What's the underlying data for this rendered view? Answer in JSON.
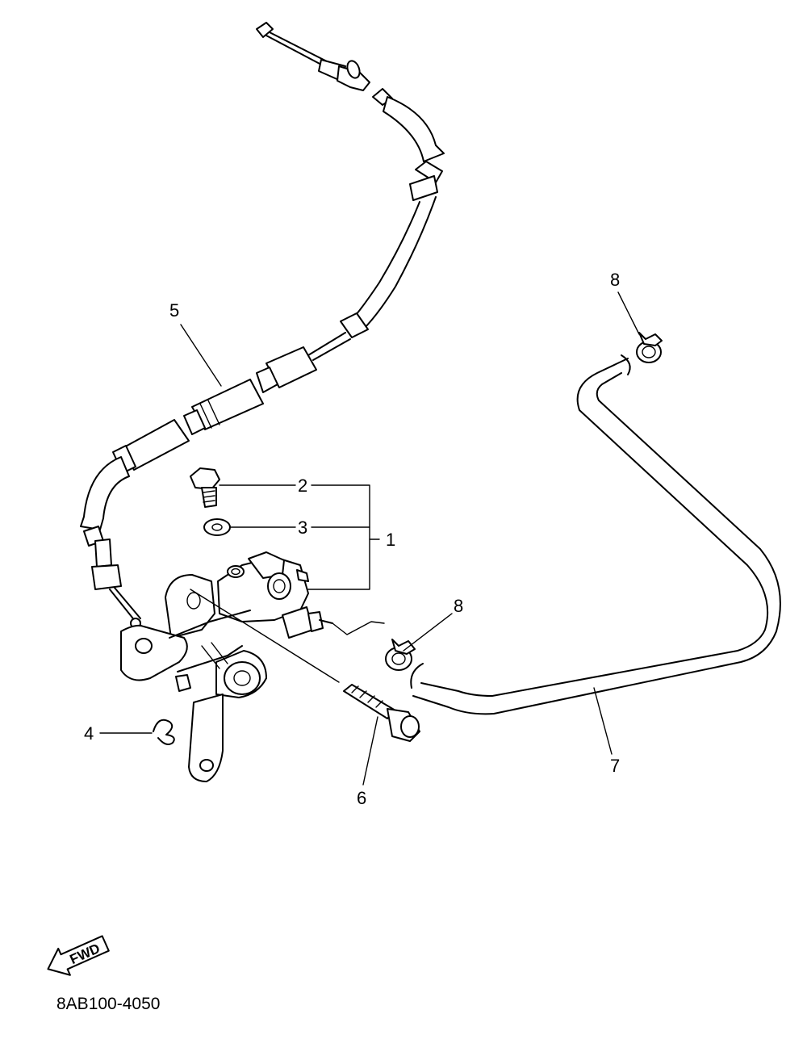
{
  "diagram": {
    "callouts": [
      {
        "id": "1",
        "text": "1"
      },
      {
        "id": "2",
        "text": "2"
      },
      {
        "id": "3",
        "text": "3"
      },
      {
        "id": "4",
        "text": "4"
      },
      {
        "id": "5",
        "text": "5"
      },
      {
        "id": "6",
        "text": "6"
      },
      {
        "id": "7",
        "text": "7"
      },
      {
        "id": "8a",
        "text": "8"
      },
      {
        "id": "8b",
        "text": "8"
      }
    ],
    "fwd_label": "FWD",
    "drawing_code": "8AB100-4050"
  }
}
